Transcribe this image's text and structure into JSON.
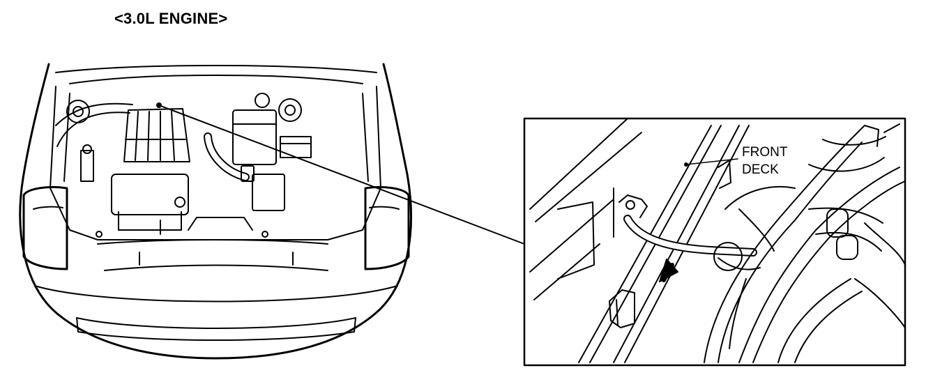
{
  "title": "<3.0L ENGINE>",
  "callout": {
    "label_line1": "FRONT",
    "label_line2": "DECK"
  }
}
